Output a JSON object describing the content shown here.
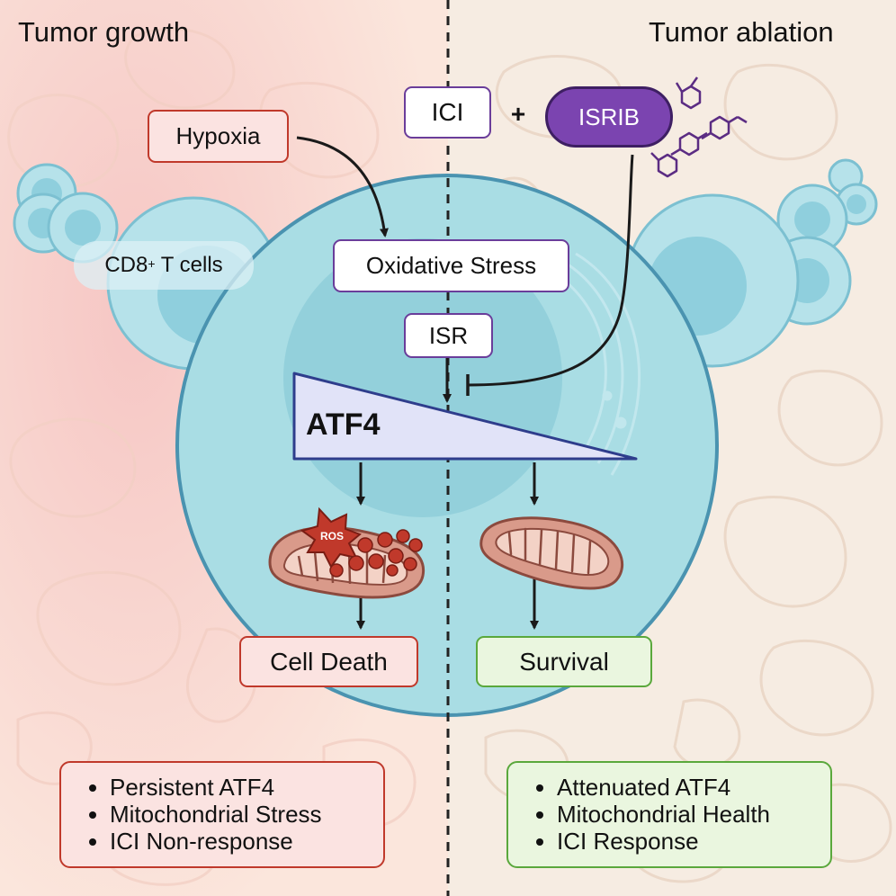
{
  "left_panel": {
    "title": "Tumor growth",
    "bullets": [
      "Persistent ATF4",
      "Mitochondrial Stress",
      "ICI Non-response"
    ]
  },
  "right_panel": {
    "title": "Tumor ablation",
    "bullets": [
      "Attenuated ATF4",
      "Mitochondrial Health",
      "ICI Response"
    ]
  },
  "nodes": {
    "hypoxia": "Hypoxia",
    "ici": "ICI",
    "plus": "+",
    "isrib": "ISRIB",
    "oxidative_stress": "Oxidative Stress",
    "isr": "ISR",
    "atf4": "ATF4",
    "cell_death": "Cell Death",
    "survival": "Survival",
    "t_cells_label": "CD8",
    "t_cells_sup": "+",
    "t_cells_suffix": " T cells",
    "ros": "ROS"
  },
  "colors": {
    "left_bg": "#fbe2da",
    "right_bg": "#f7ebe0",
    "cell_fill": "#a9dde4",
    "cell_stroke": "#4a93b0",
    "red": "#c0392b",
    "purple": "#6a3d9a",
    "green": "#5aa83c"
  }
}
